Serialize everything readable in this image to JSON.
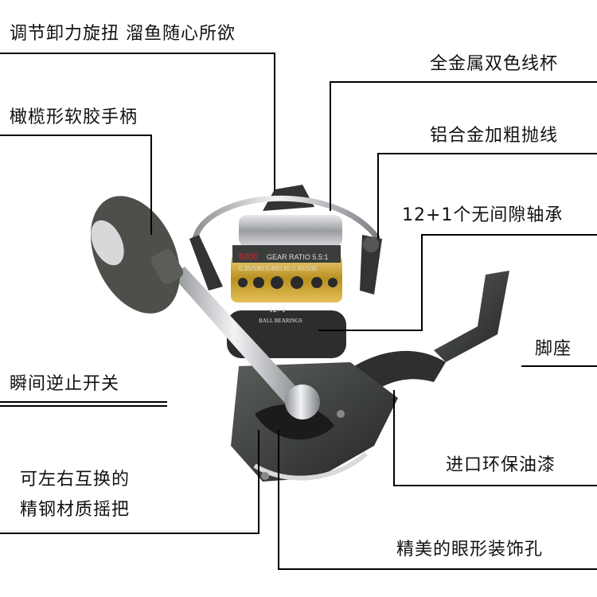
{
  "labels": {
    "drag_knob": "调节卸力旋扭  溜鱼随心所欲",
    "handle_grip": "橄榄形软胶手柄",
    "spool": "全金属双色线杯",
    "bail": "铝合金加粗抛线",
    "bearings": "12+1个无间隙轴承",
    "foot": "脚座",
    "anti_reverse": "瞬间逆止开关",
    "paint": "进口环保油漆",
    "handle_line1": "可左右互换的",
    "handle_line2": "精钢材质摇把",
    "holes": "精美的眼形装饰孔"
  },
  "reel_print": {
    "model": "5000",
    "gear": "GEAR RATIO 5.5:1",
    "spec": "0.35/180  0.40/140  0.45/100",
    "badge_num": "12+1",
    "badge_text": "BALL BEARINGS"
  },
  "colors": {
    "background": "#ffffff",
    "body": "#3a3d3a",
    "gold": "#c9a227",
    "chrome": "#c8cace",
    "text": "#111111"
  }
}
